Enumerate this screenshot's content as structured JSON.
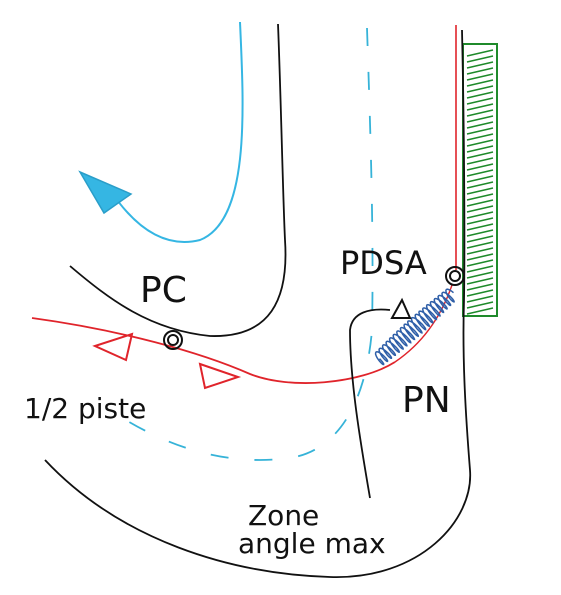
{
  "labels": {
    "pc": "PC",
    "pdsa": "PDSA",
    "pn": "PN",
    "half_track": "1/2 piste",
    "zone_line1": "Zone",
    "zone_line2": "angle max"
  },
  "colors": {
    "outline": "#111111",
    "centerline": "#36b3d8",
    "blue_path": "#35b6e3",
    "red_path": "#e0242b",
    "coil": "#2f5fa8",
    "hatch": "#1f8a2b"
  }
}
